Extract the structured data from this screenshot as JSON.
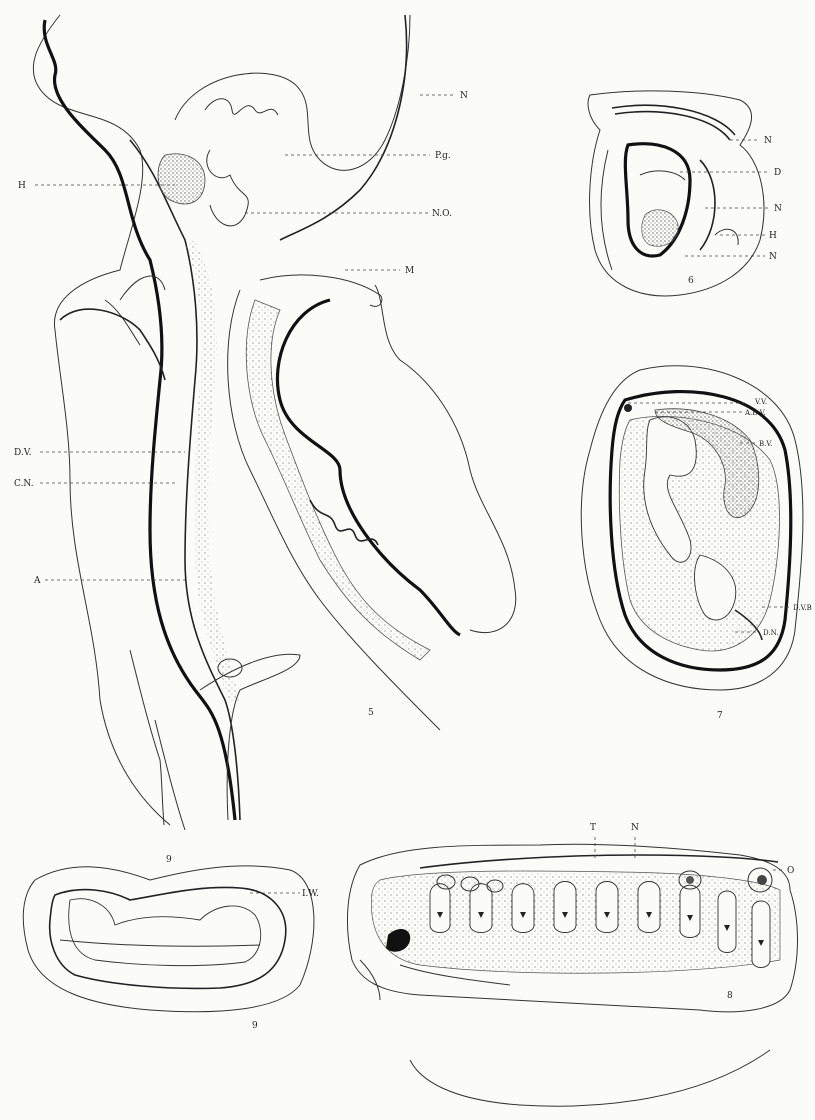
{
  "labels": {
    "fig5": [
      "N",
      "P.g.",
      "H",
      "N.O.",
      "M",
      "D.V.",
      "C.N.",
      "A"
    ],
    "fig6": [
      "N",
      "D",
      "N",
      "H",
      "N"
    ],
    "fig7": [
      "V.V.",
      "A.B.V.",
      "B.V.",
      "D.V.B",
      "D.N."
    ],
    "fig8": [
      "T",
      "N",
      "O"
    ],
    "fig9": [
      "I.W."
    ]
  },
  "figure_numbers": [
    "5",
    "6",
    "7",
    "8",
    "9"
  ],
  "colors": {
    "ink": "#111111",
    "paper": "#fbfbf8",
    "stipple": "#8a8a8a"
  }
}
